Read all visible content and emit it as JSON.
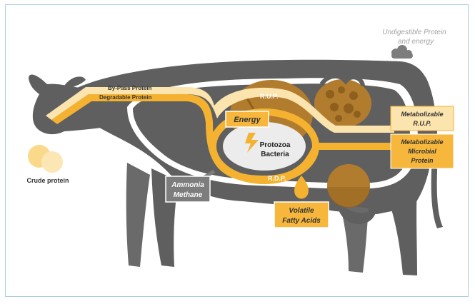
{
  "labels": {
    "undigestible_line1": "Undigestible Protein",
    "undigestible_line2": "and energy",
    "bypass_protein": "By-Pass Protein",
    "degradable_protein": "Degradable Protein",
    "rup": "R.U.P.",
    "rdp": "R.D.P.",
    "energy": "Energy",
    "protozoa": "Protozoa",
    "bacteria": "Bacteria",
    "metabolizable_rup_line1": "Metabolizable",
    "metabolizable_rup_line2": "R.U.P.",
    "metabolizable_microbial_line1": "Metabolizable",
    "metabolizable_microbial_line2": "Microbial",
    "metabolizable_microbial_line3": "Protein",
    "ammonia": "Ammonia",
    "methane": "Methane",
    "vfa_line1": "Volatile",
    "vfa_line2": "Fatty Acids",
    "crude_protein": "Crude protein"
  },
  "colors": {
    "cow_body": "#5f5f5f",
    "cow_leg": "#6a6a6a",
    "cavity": "#ffffff",
    "light_flow": "#fbe4ad",
    "dark_flow": "#f4b230",
    "organ_brown": "#b27c2e",
    "organ_dark": "#8e5f1d",
    "rumen_inner": "#ececec",
    "energy_box": "#f6b73c",
    "grey_box": "#7d7d7d",
    "crude_protein_circle": "#fad98a",
    "text_grey": "#a3a3a3"
  },
  "icons": {
    "cloud": "cloud-icon",
    "lightning": "lightning-icon",
    "drop": "drop-icon"
  }
}
